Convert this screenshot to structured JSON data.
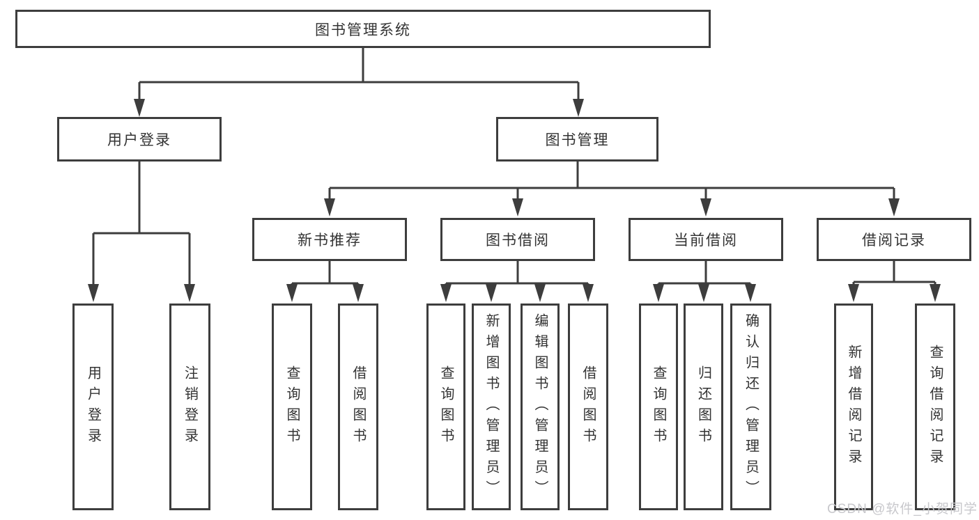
{
  "diagram": {
    "root": {
      "label": "图书管理系统"
    },
    "level2": [
      {
        "id": "user-login",
        "label": "用户登录"
      },
      {
        "id": "book-management",
        "label": "图书管理"
      }
    ],
    "branches": [
      {
        "id": "new-book-recommend",
        "label": "新书推荐"
      },
      {
        "id": "book-borrow",
        "label": "图书借阅"
      },
      {
        "id": "current-borrow",
        "label": "当前借阅"
      },
      {
        "id": "borrow-records",
        "label": "借阅记录"
      }
    ],
    "leaves": [
      {
        "id": "user-login-leaf",
        "label": "用户登录"
      },
      {
        "id": "logout-login",
        "label": "注销登录"
      },
      {
        "id": "query-books-recommend",
        "label": "查询图书"
      },
      {
        "id": "borrow-books-recommend",
        "label": "借阅图书"
      },
      {
        "id": "query-books-borrow",
        "label": "查询图书"
      },
      {
        "id": "add-books-admin",
        "label": "新增图书（管理员）"
      },
      {
        "id": "edit-books-admin",
        "label": "编辑图书（管理员）"
      },
      {
        "id": "borrow-books",
        "label": "借阅图书"
      },
      {
        "id": "query-books-current",
        "label": "查询图书"
      },
      {
        "id": "return-books",
        "label": "归还图书"
      },
      {
        "id": "confirm-return-admin",
        "label": "确认归还（管理员）"
      },
      {
        "id": "add-borrow-record",
        "label": "新增借阅记录"
      },
      {
        "id": "query-borrow-record",
        "label": "查询借阅记录"
      }
    ]
  },
  "watermark": {
    "text": "CSDN @软件_小贺同学",
    "color": "#c8c8cc"
  },
  "colors": {
    "line": "#3d3d3d",
    "text": "#333333",
    "background": "#ffffff"
  }
}
